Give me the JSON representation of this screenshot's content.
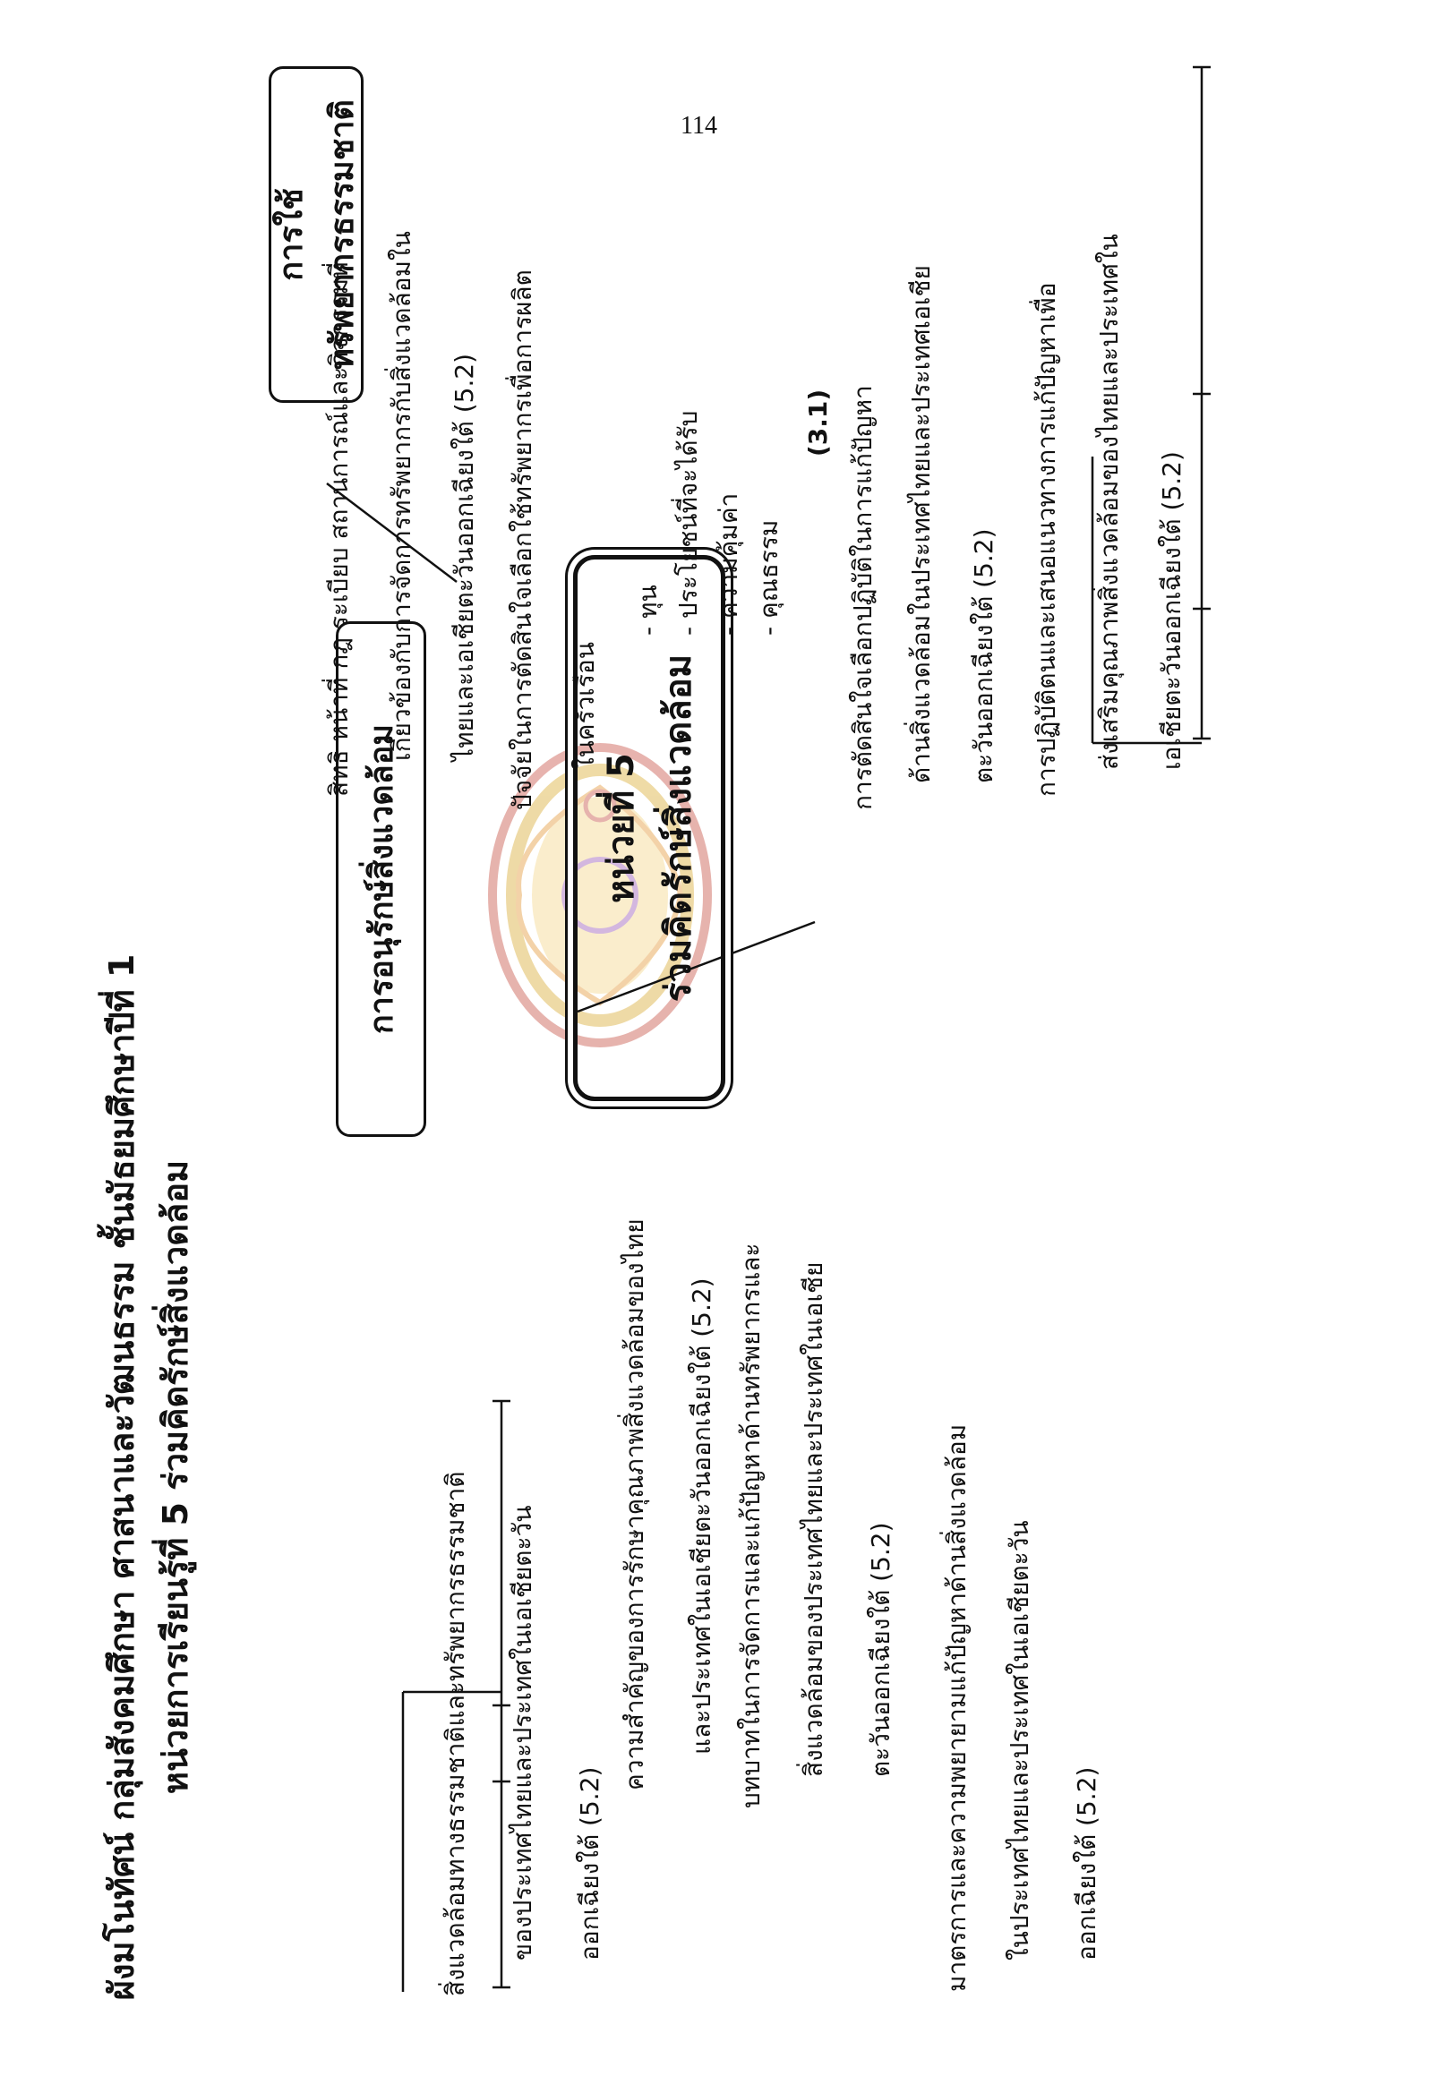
{
  "page_number": "114",
  "title": {
    "line1": "ผังมโนทัศน์ กลุ่มสังคมศึกษา ศาสนาและวัฒนธรรม ชั้นมัธยมศึกษาปีที่ 1",
    "line2": "หน่วยการเรียนรู้ที่ 5   ร่วมคิดรักษ์สิ่งแวดล้อม"
  },
  "center": {
    "line1": "หน่วยที่ 5",
    "line2": "ร่วมคิดรักษ์สิ่งแวดล้อม"
  },
  "left_branch": {
    "label": "การอนุรักษ์สิ่งแวดล้อม",
    "items": [
      [
        "สิ่งแวดล้อมทางธรรมชาติและทรัพยากรธรรมชาติ",
        "ของประเทศไทยและประเทศในเอเชียตะวัน",
        "ออกเฉียงใต้ (5.2)"
      ],
      [
        "ความสำคัญของการรักษาคุณภาพสิ่งแวดล้อมของไทย",
        "และประเทศในเอเชียตะวันออกเฉียงใต้ (5.2)"
      ],
      [
        "บทบาทในการจัดการและแก้ปัญหาด้านทรัพยากรและ",
        "สิ่งแวดล้อมของประเทศไทยและประเทศในเอเชีย",
        "ตะวันออกเฉียงใต้ (5.2)"
      ],
      [
        "มาตรการและความพยายามแก้ปัญหาด้านสิ่งแวดล้อม",
        "ในประเทศไทยและประเทศในเอเชียตะวัน",
        "ออกเฉียงใต้ (5.2)"
      ]
    ]
  },
  "right_branch": {
    "label": "การใช้ทรัพยากรธรรมชาติ",
    "items": [
      [
        "สิทธิ หน้าที่ กฎ ระเบียบ สถานการณ์และกิจกรรมที่",
        "เกี่ยวข้องกับการจัดการทรัพยากรกับสิ่งแวดล้อมใน",
        "ไทยและเอเชียตะวันออกเฉียงใต้ (5.2)"
      ],
      [
        "ปัจจัยในการตัดสินใจเลือกใช้ทรัพยากรเพื่อการผลิต",
        "ในครัวเรือน"
      ],
      [
        "การตัดสินใจเลือกปฏิบัติในการแก้ปัญหา",
        "ด้านสิ่งแวดล้อมในประเทศไทยและประเทศเอเชีย",
        "ตะวันออกเฉียงใต้ (5.2)"
      ],
      [
        "การปฏิบัติตนและเสนอแนวทางการแก้ปัญหาเพื่อ",
        "ส่งเสริมคุณภาพสิ่งแวดล้อมของไทยและประเทศใน",
        "เอเชียตะวันออกเฉียงใต้ (5.2)"
      ]
    ],
    "factors": [
      "ทุน",
      "ประโยชน์ที่จะได้รับ",
      "ความคุ้มค่า",
      "คุณธรรม"
    ],
    "factors_ref": "(3.1)"
  }
}
